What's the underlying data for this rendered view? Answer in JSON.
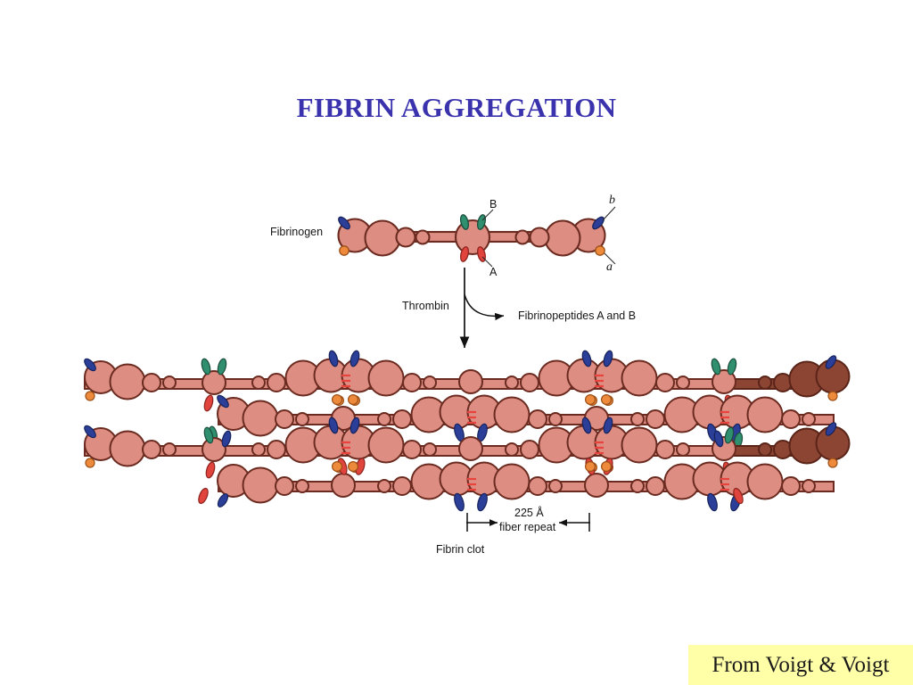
{
  "slide": {
    "title": "FIBRIN AGGREGATION",
    "title_color": "#3a33ad",
    "background_color": "#ffffff"
  },
  "citation": {
    "text": "From Voigt & Voigt",
    "box_color": "#ffffa8",
    "text_color": "#1a1a1a"
  },
  "figure": {
    "name": "fibrin-aggregation-diagram",
    "labels": {
      "fibrinogen": "Fibrinogen",
      "site_b": "B",
      "site_a": "A",
      "knob_b": "b",
      "knob_a": "a",
      "thrombin": "Thrombin",
      "fibrinopeptides": "Fibrinopeptides A and B",
      "fiber_repeat_value": "225 Å",
      "fiber_repeat_caption": "fiber repeat",
      "fibrin_clot": "Fibrin clot"
    },
    "colors": {
      "protein_body": "#dd8d82",
      "protein_body_dark": "#8c4433",
      "outline": "#6b2b20",
      "site_b_green": "#2f8f6e",
      "site_a_red": "#e0443c",
      "knob_b_blue": "#2b3f99",
      "knob_a_orange": "#ee8a3c",
      "crosslink_red": "#e8433c",
      "arrow_black": "#111111"
    }
  }
}
